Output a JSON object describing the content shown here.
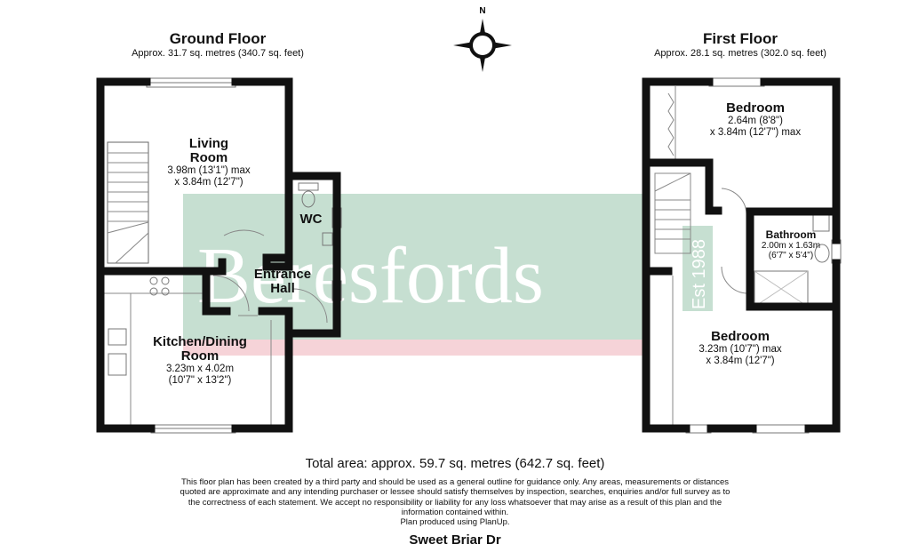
{
  "compass": {
    "label": "N"
  },
  "watermark": {
    "brand": "Beresfords",
    "est": "Est 1988"
  },
  "ground_floor": {
    "title": "Ground Floor",
    "area": "Approx. 31.7 sq. metres (340.7 sq. feet)",
    "living_room": {
      "name_line1": "Living",
      "name_line2": "Room",
      "dim1": "3.98m (13'1\") max",
      "dim2": "x 3.84m (12'7\")"
    },
    "wc": {
      "name": "WC"
    },
    "entrance_hall": {
      "name_line1": "Entrance",
      "name_line2": "Hall"
    },
    "kitchen": {
      "name_line1": "Kitchen/Dining",
      "name_line2": "Room",
      "dim1": "3.23m x 4.02m",
      "dim2": "(10'7\" x 13'2\")"
    }
  },
  "first_floor": {
    "title": "First Floor",
    "area": "Approx. 28.1 sq. metres (302.0 sq. feet)",
    "bedroom1": {
      "name": "Bedroom",
      "dim1": "2.64m (8'8\")",
      "dim2": "x 3.84m (12'7\") max"
    },
    "bathroom": {
      "name": "Bathroom",
      "dim1": "2.00m x 1.63m",
      "dim2": "(6'7\" x 5'4\")"
    },
    "bedroom2": {
      "name": "Bedroom",
      "dim1": "3.23m (10'7\") max",
      "dim2": "x 3.84m (12'7\")"
    }
  },
  "total_area": "Total area: approx. 59.7 sq. metres (642.7 sq. feet)",
  "disclaimer": [
    "This floor plan has been created by a third party and should be used as a general outline for guidance only. Any areas, measurements or distances",
    "quoted are approximate and any intending purchaser or lessee should satisfy themselves by inspection, searches, enquiries and/or full survey as to",
    "the correctness of each statement. We accept no responsibility or liability for any loss whatsoever that may arise as a result of this plan and the",
    "information contained within.",
    "Plan produced using PlanUp."
  ],
  "street": "Sweet Briar Dr",
  "colors": {
    "wall": "#111111",
    "watermark_green": "#c6dfd1",
    "watermark_pink": "#f6d3d8",
    "watermark_text": "#ffffff"
  }
}
